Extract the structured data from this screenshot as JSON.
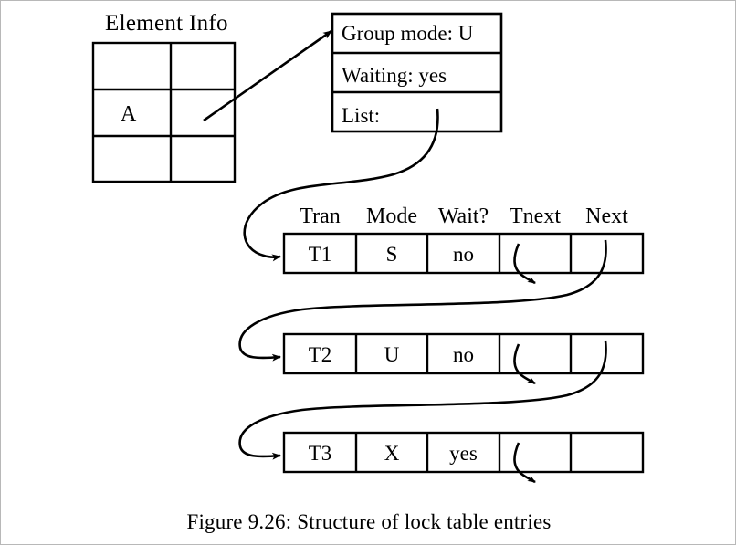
{
  "figure": {
    "caption": "Figure 9.26: Structure of lock table entries"
  },
  "element_info": {
    "title": "Element Info",
    "grid": {
      "rows": 3,
      "cols": 2,
      "cells": [
        [
          "",
          ""
        ],
        [
          "A",
          ""
        ],
        [
          "",
          ""
        ]
      ]
    }
  },
  "lock_info_box": {
    "rows": [
      {
        "key": "Group mode",
        "text": "Group mode: U"
      },
      {
        "key": "Waiting",
        "text": "Waiting: yes"
      },
      {
        "key": "List",
        "text": "List:"
      }
    ]
  },
  "lock_table": {
    "headers": [
      "Tran",
      "Mode",
      "Wait?",
      "Tnext",
      "Next"
    ],
    "rows": [
      {
        "tran": "T1",
        "mode": "S",
        "wait": "no",
        "tnext": "",
        "next": ""
      },
      {
        "tran": "T2",
        "mode": "U",
        "wait": "no",
        "tnext": "",
        "next": ""
      },
      {
        "tran": "T3",
        "mode": "X",
        "wait": "yes",
        "tnext": "",
        "next": ""
      }
    ]
  },
  "colors": {
    "ink": "#000000",
    "background": "#ffffff",
    "frame": "#b8b8b8"
  },
  "connectors": [
    {
      "name": "element-info-to-lock-info",
      "from": "element-info-cell-a-right",
      "to": "lock-info-box-left",
      "style": "straight-arrow"
    },
    {
      "name": "list-to-row1",
      "from": "lock-info-list-cell",
      "to": "row-1-left",
      "style": "curved-arrow"
    },
    {
      "name": "row1-next-to-row2",
      "from": "row-1-next-cell",
      "to": "row-2-left",
      "style": "curved-arrow"
    },
    {
      "name": "row2-next-to-row3",
      "from": "row-2-next-cell",
      "to": "row-3-left",
      "style": "curved-arrow"
    },
    {
      "name": "row1-tnext-hook",
      "from": "row-1-tnext-cell",
      "to": "below",
      "style": "short-hook-arrow"
    },
    {
      "name": "row2-tnext-hook",
      "from": "row-2-tnext-cell",
      "to": "below",
      "style": "short-hook-arrow"
    },
    {
      "name": "row3-tnext-hook",
      "from": "row-3-tnext-cell",
      "to": "below",
      "style": "short-hook-arrow"
    }
  ]
}
